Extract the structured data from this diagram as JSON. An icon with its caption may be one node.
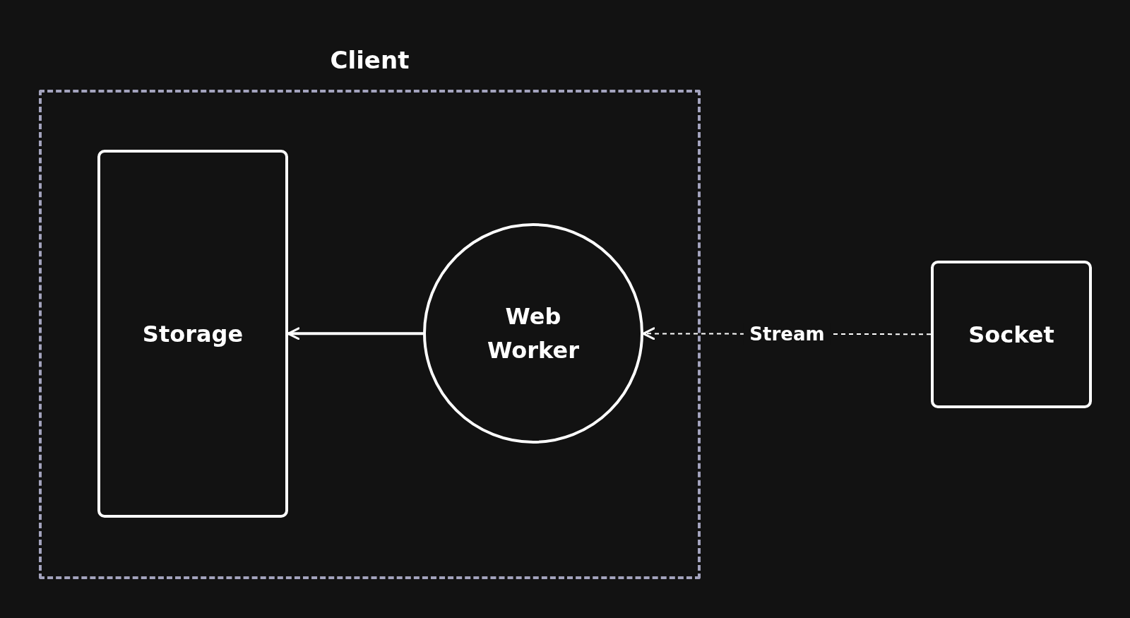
{
  "diagram": {
    "nodes": [
      {
        "text": [
          "Client"
        ]
      },
      {
        "text": [
          "Storage"
        ],
        "in": 0
      },
      {
        "text": [
          "Web Worker"
        ],
        "in": 0
      },
      {
        "text": [
          "Socket"
        ]
      }
    ],
    "edges": [
      {
        "from": 2,
        "to": 1,
        "arrow": "to"
      },
      {
        "from": 3,
        "to": 2,
        "arrow": "to",
        "label": "Stream",
        "style": "dashed"
      }
    ]
  }
}
